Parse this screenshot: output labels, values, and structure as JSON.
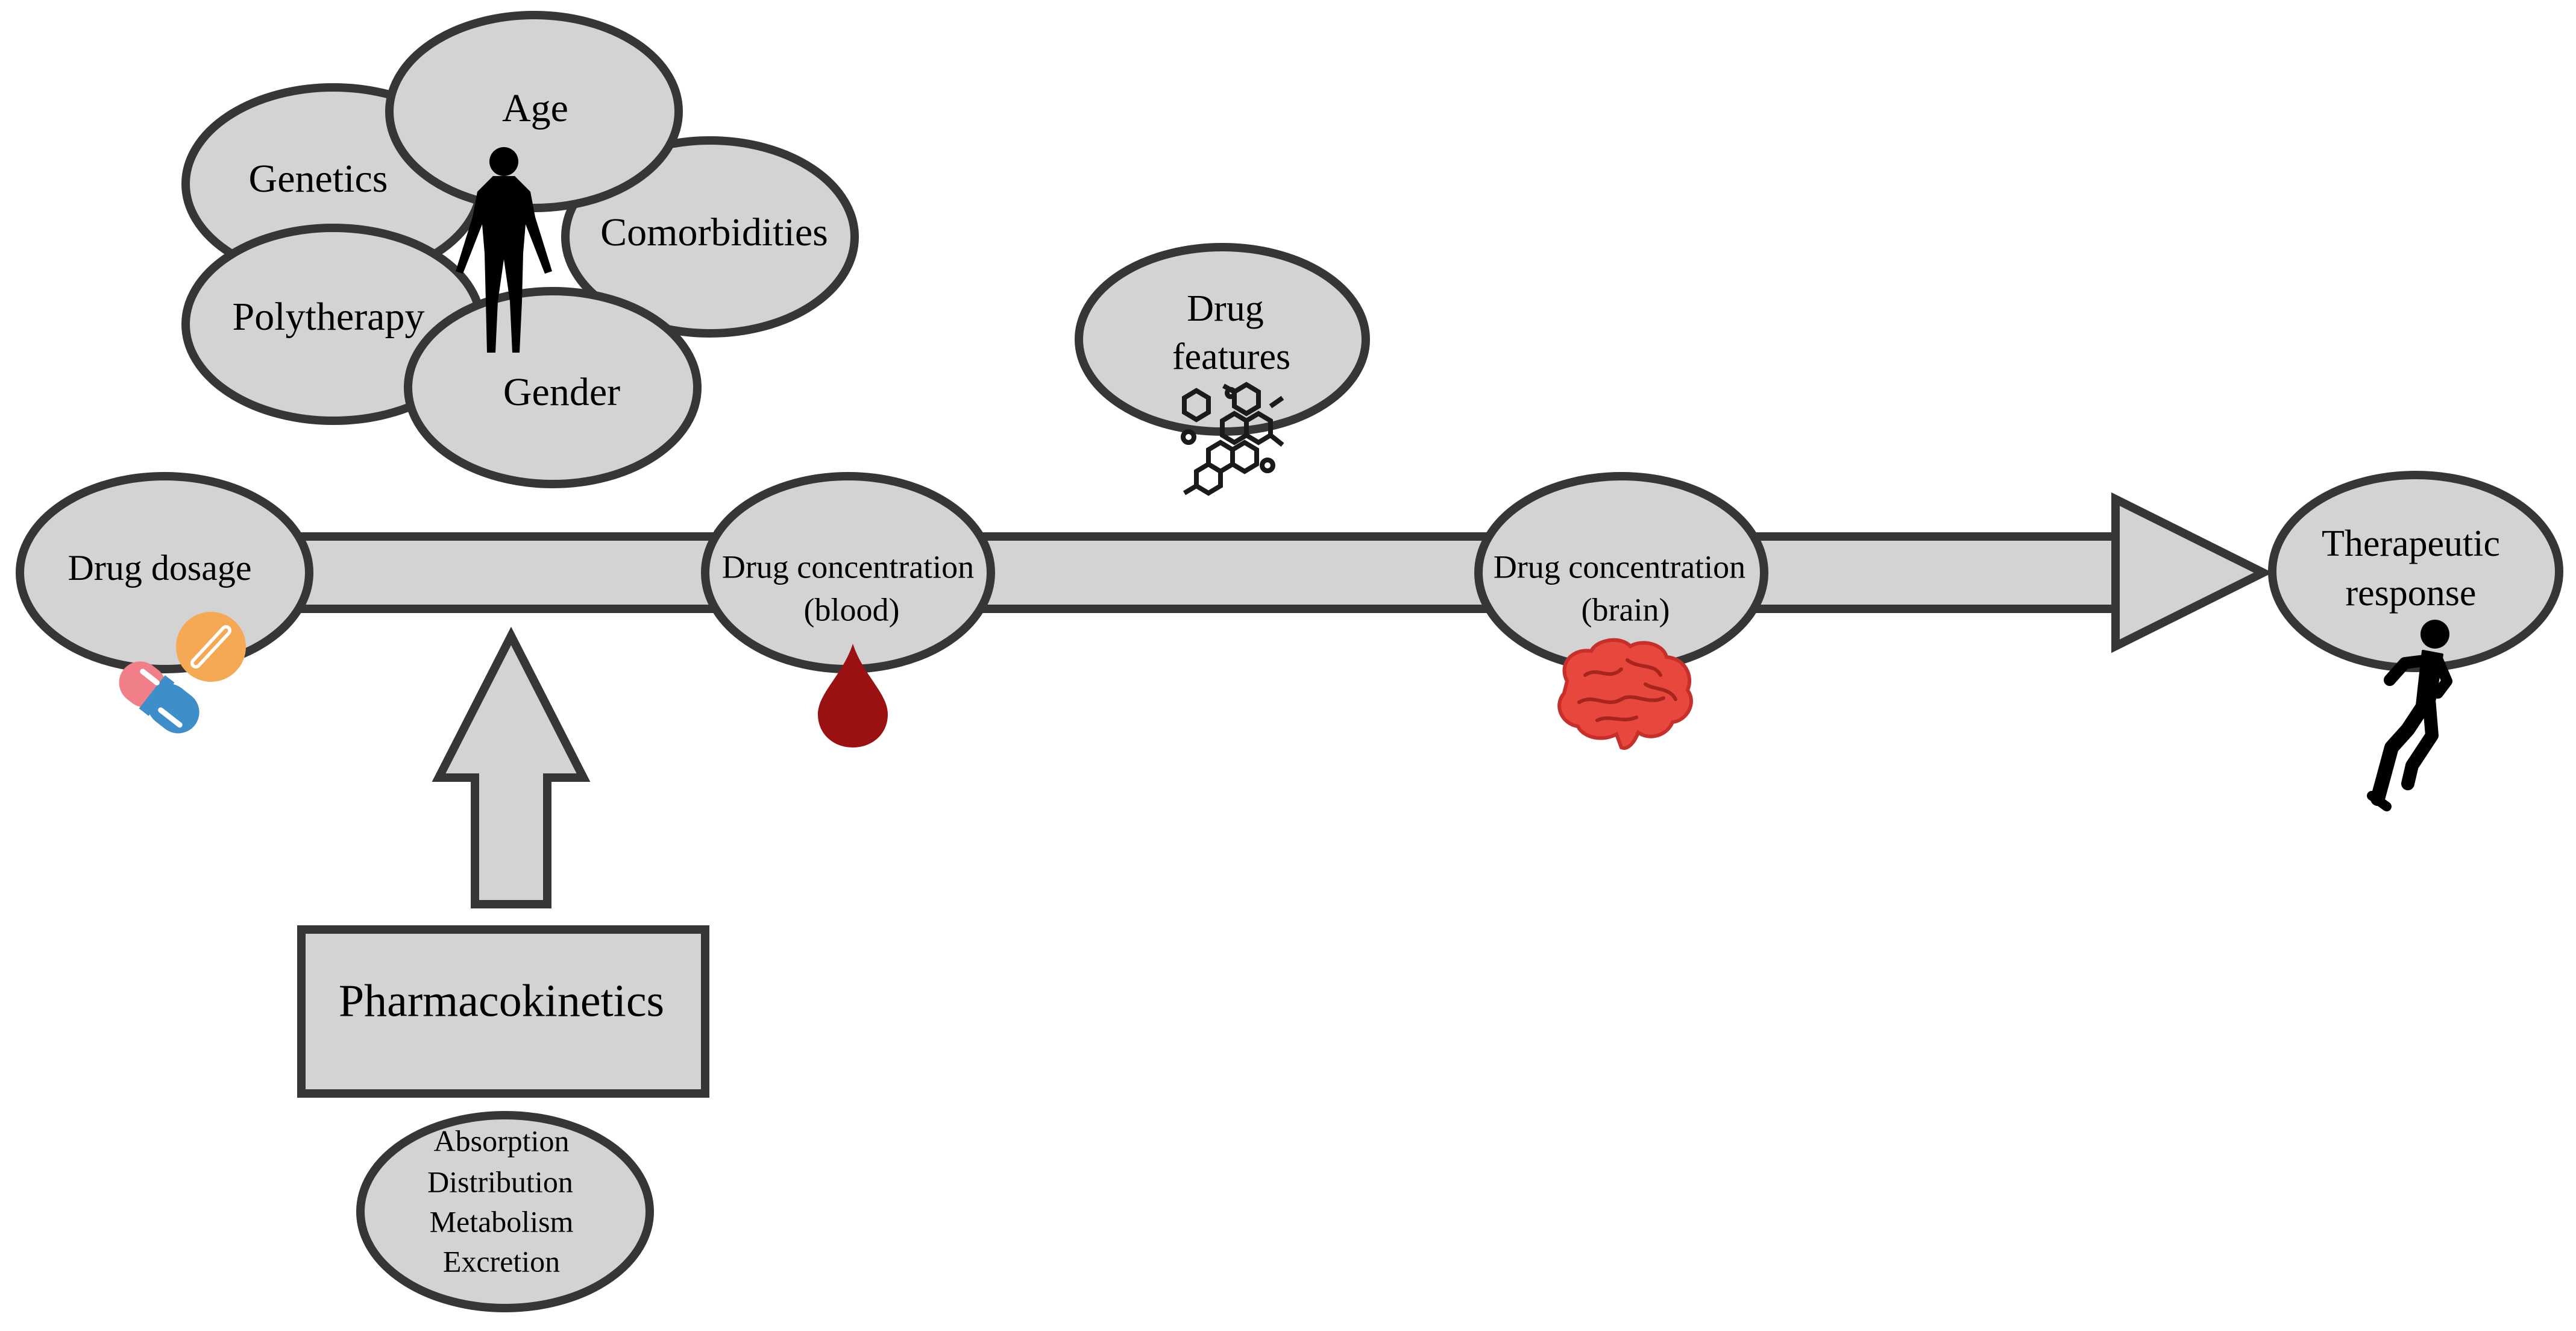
{
  "factors": {
    "genetics": "Genetics",
    "age": "Age",
    "comorbidities": "Comorbidities",
    "polytherapy": "Polytherapy",
    "gender": "Gender"
  },
  "drug_features": {
    "line1": "Drug",
    "line2": "features"
  },
  "flow": {
    "dosage": "Drug dosage",
    "blood_line1": "Drug concentration",
    "blood_line2": "(blood)",
    "brain_line1": "Drug concentration",
    "brain_line2": "(brain)",
    "response_line1": "Therapeutic",
    "response_line2": "response"
  },
  "pharmacokinetics": {
    "title": "Pharmacokinetics",
    "steps": [
      "Absorption",
      "Distribution",
      "Metabolism",
      "Excretion"
    ]
  },
  "icons": [
    "human-silhouette-icon",
    "molecule-icon",
    "capsule-icon",
    "pill-icon",
    "blood-drop-icon",
    "brain-icon",
    "runner-icon"
  ],
  "colors": {
    "node_fill": "#d3d3d3",
    "outline": "#363636",
    "blood": "#9b1111",
    "brain": "#e8473d",
    "capsule_pink": "#f07f8a",
    "capsule_blue": "#3d8ec9",
    "pill_orange": "#f5a954"
  }
}
